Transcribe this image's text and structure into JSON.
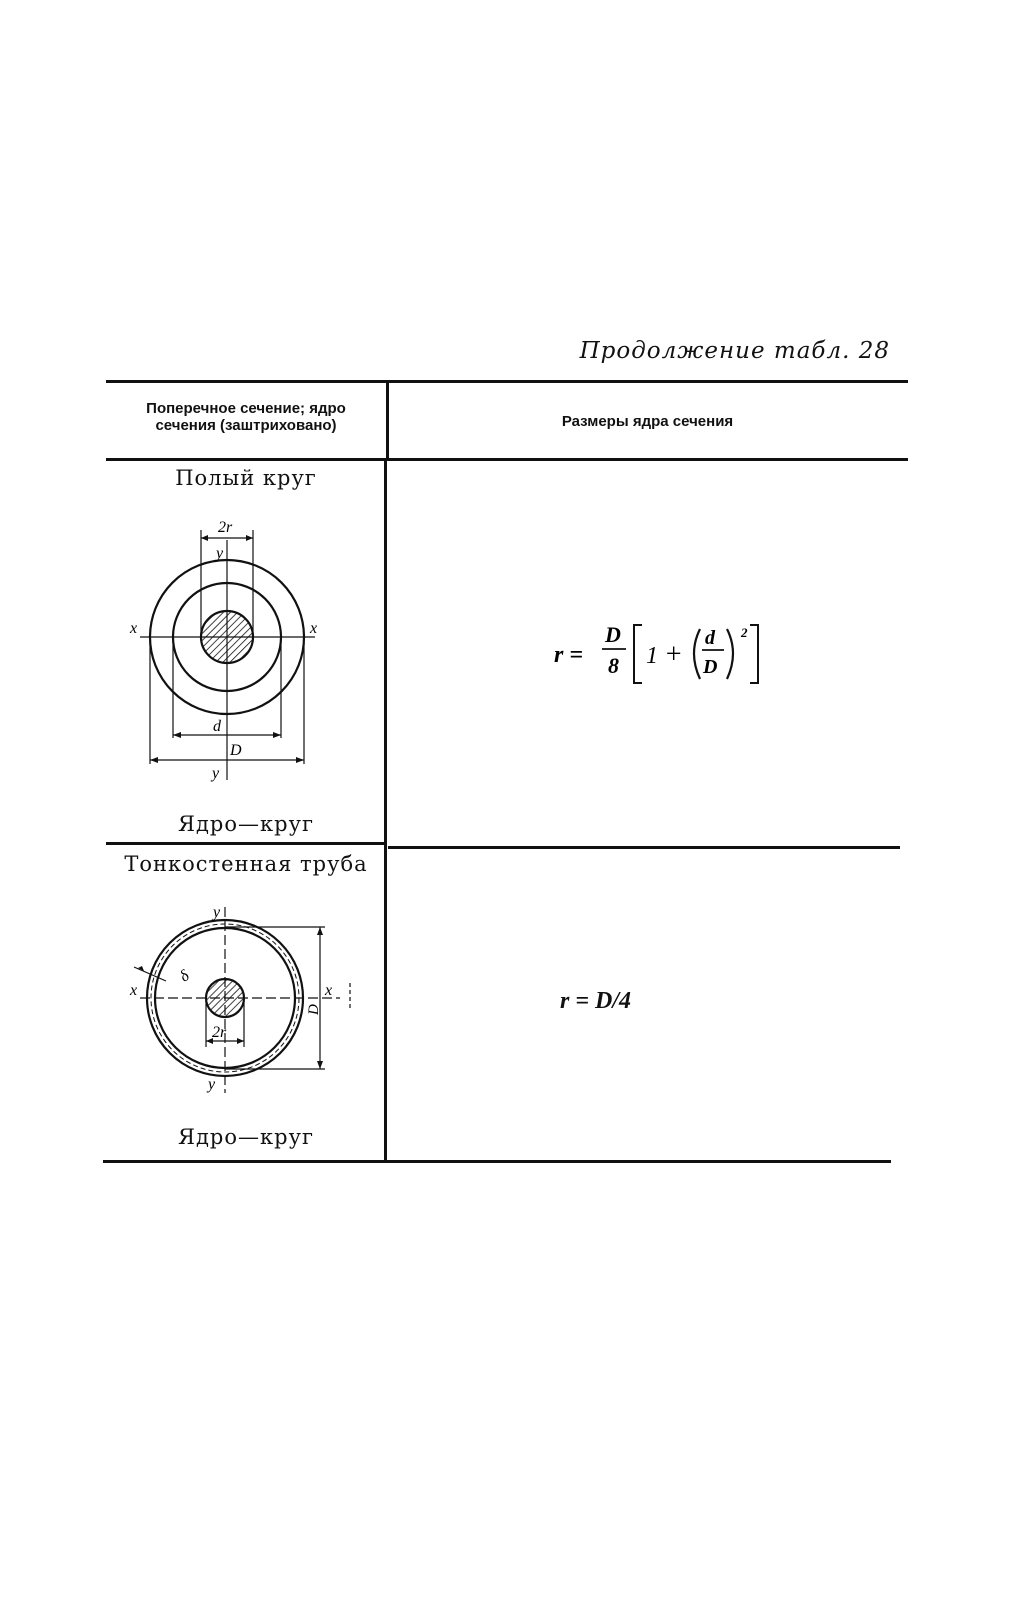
{
  "caption": "Продолжение табл. 28",
  "table": {
    "headers": {
      "col1_line1": "Поперечное сечение; ядро",
      "col1_line2": "сечения (заштриховано)",
      "col2": "Размеры ядра сечения"
    },
    "rows": [
      {
        "title": "Полый круг",
        "core_label": "Ядро—круг",
        "labels": {
          "two_r": "2r",
          "y": "y",
          "x": "x",
          "d": "d",
          "D": "D"
        },
        "formula": {
          "lhs": "r =",
          "frac_num": "D",
          "frac_den": "8",
          "one": "1",
          "plus": "+",
          "inner_num": "d",
          "inner_den": "D",
          "exp": "2"
        }
      },
      {
        "title": "Тонкостенная труба",
        "core_label": "Ядро—круг",
        "labels": {
          "two_r": "2r",
          "y": "y",
          "x": "x",
          "delta": "δ",
          "D": "D"
        },
        "formula": {
          "text": "r = D/4"
        }
      }
    ]
  },
  "colors": {
    "ink": "#111111",
    "paper": "#ffffff"
  }
}
